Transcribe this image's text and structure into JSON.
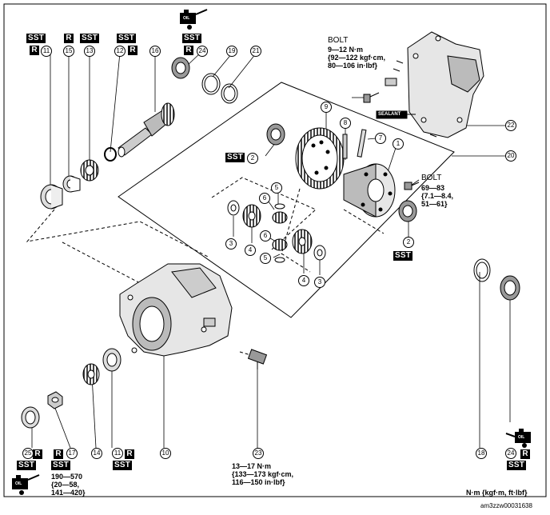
{
  "labels": {
    "sst": "SST",
    "r": "R",
    "sealant": "SEALANT",
    "oil": "OIL"
  },
  "part_numbers": [
    "1",
    "2",
    "3",
    "4",
    "5",
    "6",
    "7",
    "8",
    "9",
    "10",
    "11",
    "12",
    "13",
    "14",
    "15",
    "16",
    "17",
    "18",
    "19",
    "20",
    "21",
    "22",
    "23",
    "24",
    "25"
  ],
  "torque": {
    "bolt_cover_title": "BOLT",
    "bolt_cover_l1": "9—12 N·m",
    "bolt_cover_l2": "{92—122 kgf·cm,",
    "bolt_cover_l3": "80—106 in·lbf}",
    "bolt_ring_title": "BOLT",
    "bolt_ring_l1": "69—83",
    "bolt_ring_l2": "{7.1—8.4,",
    "bolt_ring_l3": "51—61}",
    "nut_l1": "190—570",
    "nut_l2": "{20—58,",
    "nut_l3": "141—420}",
    "switch_l1": "13—17 N·m",
    "switch_l2": "{133—173 kgf·cm,",
    "switch_l3": "116—150 in·lbf}"
  },
  "footer": {
    "units": "N·m {kgf·m, ft·lbf}",
    "code": "am3zzw00031638"
  },
  "colors": {
    "ink": "#000000",
    "paper": "#ffffff",
    "shade": "#bdbdbd"
  }
}
